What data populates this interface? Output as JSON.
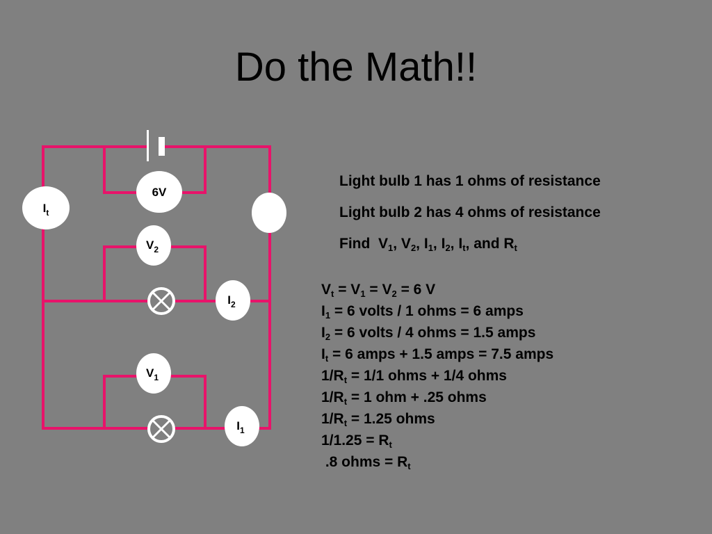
{
  "title": "Do the Math!!",
  "colors": {
    "background": "#808080",
    "wire": "#e8136a",
    "meter": "#ffffff"
  },
  "circuit": {
    "battery_label": "6V",
    "meters": {
      "it": {
        "main": "I",
        "sub": "t"
      },
      "v2": {
        "main": "V",
        "sub": "2"
      },
      "i2": {
        "main": "I",
        "sub": "2"
      },
      "v1": {
        "main": "V",
        "sub": "1"
      },
      "i1": {
        "main": "I",
        "sub": "1"
      }
    }
  },
  "given": {
    "bulb1": "Light bulb 1 has 1 ohms of resistance",
    "bulb2": "Light bulb 2 has 4 ohms of resistance",
    "find_prefix": "Find  ",
    "find_vars": [
      {
        "main": "V",
        "sub": "1",
        "after": ", "
      },
      {
        "main": "V",
        "sub": "2",
        "after": ", "
      },
      {
        "main": "I",
        "sub": "1",
        "after": ", "
      },
      {
        "main": "I",
        "sub": "2",
        "after": ", "
      },
      {
        "main": "I",
        "sub": "t",
        "after": ", and "
      },
      {
        "main": "R",
        "sub": "t",
        "after": ""
      }
    ]
  },
  "solution": [
    [
      {
        "t": "V"
      },
      {
        "s": "t"
      },
      {
        "t": " = V"
      },
      {
        "s": "1"
      },
      {
        "t": " = V"
      },
      {
        "s": "2"
      },
      {
        "t": " = 6 V"
      }
    ],
    [
      {
        "t": "I"
      },
      {
        "s": "1"
      },
      {
        "t": " = 6 volts / 1 ohms = 6 amps"
      }
    ],
    [
      {
        "t": "I"
      },
      {
        "s": "2"
      },
      {
        "t": " = 6 volts / 4 ohms = 1.5 amps"
      }
    ],
    [
      {
        "t": "I"
      },
      {
        "s": "t"
      },
      {
        "t": " = 6 amps + 1.5 amps = 7.5 amps"
      }
    ],
    [
      {
        "t": "1/R"
      },
      {
        "s": "t"
      },
      {
        "t": " = 1/1 ohms + 1/4 ohms"
      }
    ],
    [
      {
        "t": "1/R"
      },
      {
        "s": "t"
      },
      {
        "t": " = 1 ohm + .25 ohms"
      }
    ],
    [
      {
        "t": "1/R"
      },
      {
        "s": "t"
      },
      {
        "t": " = 1.25 ohms"
      }
    ],
    [
      {
        "t": "1/1.25 = R"
      },
      {
        "s": "t"
      }
    ],
    [
      {
        "t": " .8 ohms = R"
      },
      {
        "s": "t"
      }
    ]
  ]
}
